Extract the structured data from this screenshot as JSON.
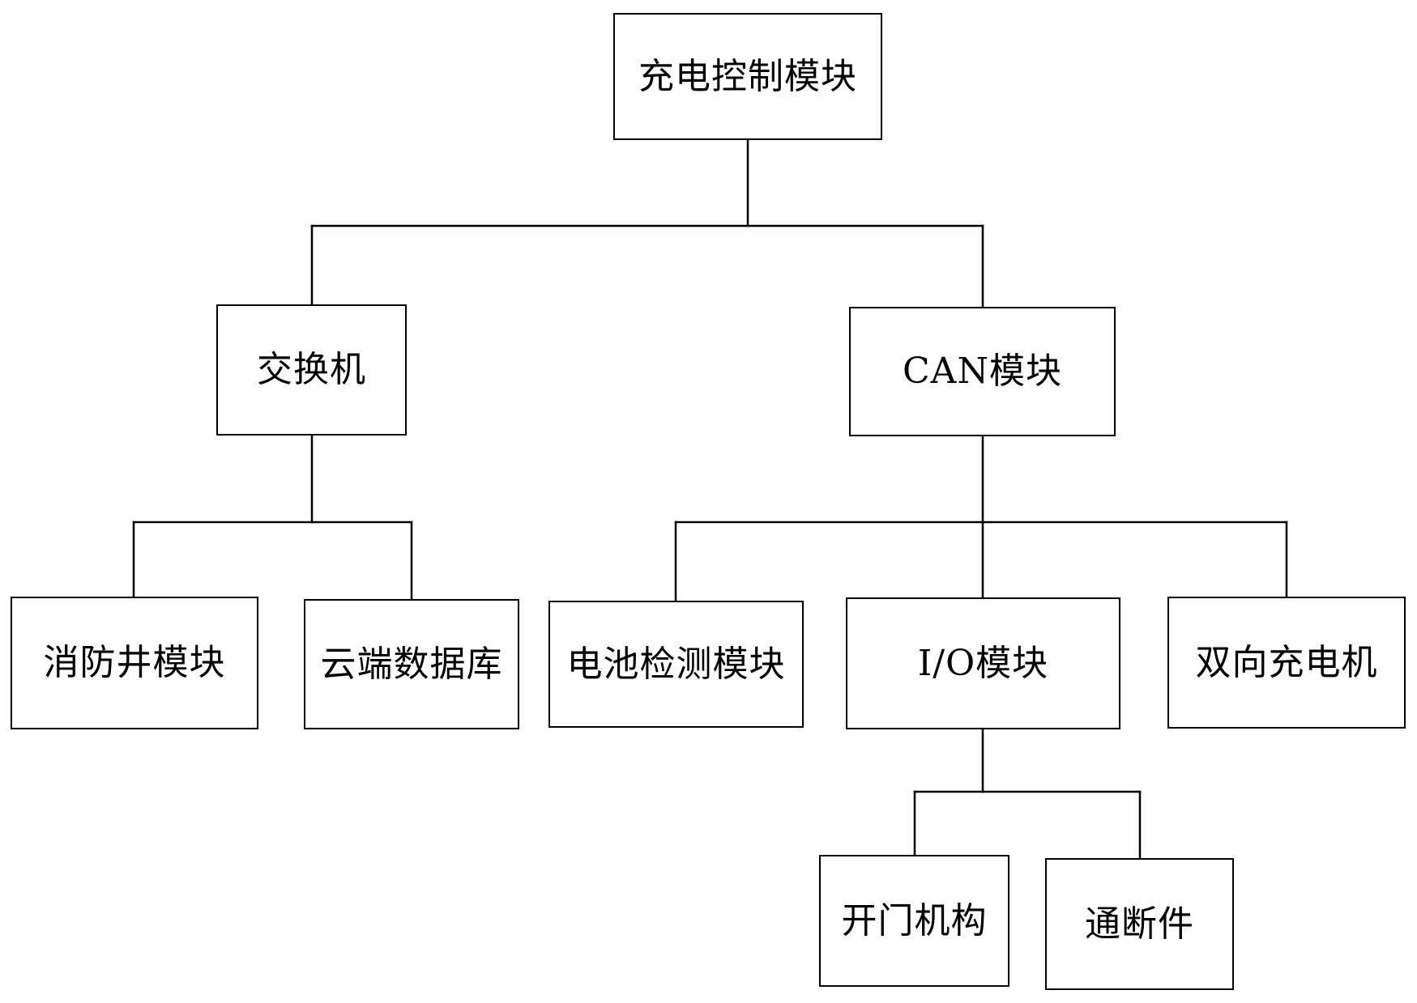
{
  "diagram": {
    "root": "充电控制模块",
    "switch": "交换机",
    "can": "CAN模块",
    "fire_well": "消防井模块",
    "cloud_db": "云端数据库",
    "battery_detect": "电池检测模块",
    "io": "I/O模块",
    "bidirectional_charger": "双向充电机",
    "door_mechanism": "开门机构",
    "on_off_element": "通断件"
  }
}
